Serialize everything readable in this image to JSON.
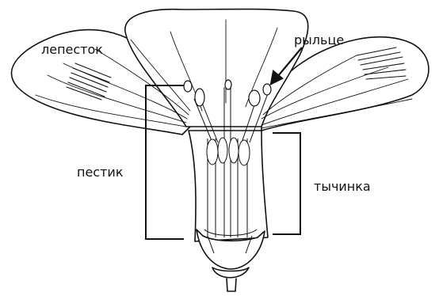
{
  "diagram": {
    "labels": {
      "petal": "лепесток",
      "stigma": "рыльце",
      "pistil": "пестик",
      "stamen": "тычинка"
    },
    "colors": {
      "line": "#111111",
      "fill": "#ffffff"
    }
  }
}
